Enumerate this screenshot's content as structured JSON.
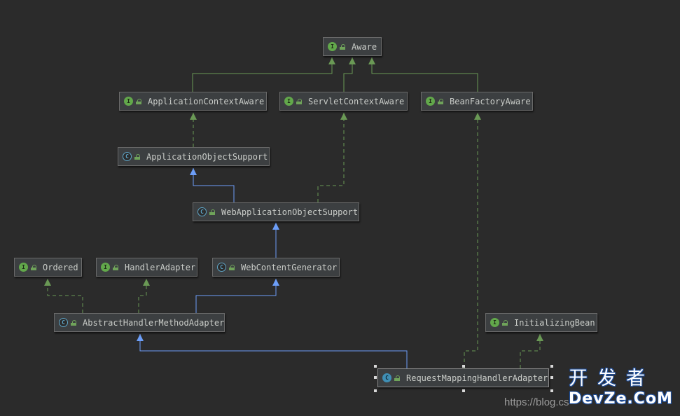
{
  "nodes": {
    "aware": {
      "label": "Aware",
      "kind": "I"
    },
    "application_context_aware": {
      "label": "ApplicationContextAware",
      "kind": "I"
    },
    "servlet_context_aware": {
      "label": "ServletContextAware",
      "kind": "I"
    },
    "bean_factory_aware": {
      "label": "BeanFactoryAware",
      "kind": "I"
    },
    "application_object_support": {
      "label": "ApplicationObjectSupport",
      "kind": "C"
    },
    "web_application_object_support": {
      "label": "WebApplicationObjectSupport",
      "kind": "C"
    },
    "ordered": {
      "label": "Ordered",
      "kind": "I"
    },
    "handler_adapter": {
      "label": "HandlerAdapter",
      "kind": "I"
    },
    "web_content_generator": {
      "label": "WebContentGenerator",
      "kind": "C"
    },
    "abstract_handler_method_adapter": {
      "label": "AbstractHandlerMethodAdapter",
      "kind": "C"
    },
    "initializing_bean": {
      "label": "InitializingBean",
      "kind": "I"
    },
    "request_mapping_handler_adapter": {
      "label": "RequestMappingHandlerAdapter",
      "kind": "C"
    }
  },
  "colors": {
    "implements_edge": "#6a9955",
    "extends_edge": "#6c9ef8",
    "interface_badge": "#62a84b",
    "class_badge": "#3f8fb5"
  },
  "watermark": {
    "url": "https://blog.cs",
    "brand_cn": "开发者",
    "brand_en": "DevZe.CoM"
  }
}
